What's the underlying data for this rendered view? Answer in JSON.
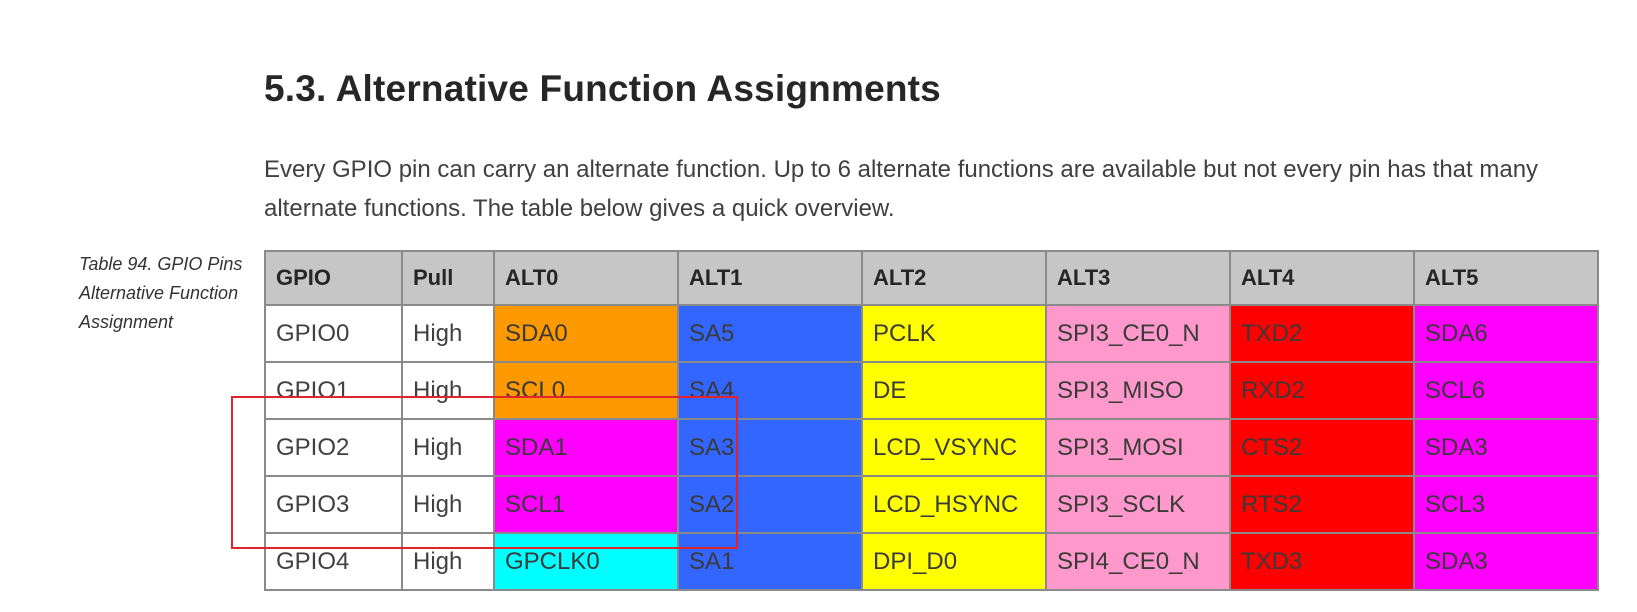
{
  "heading": "5.3. Alternative Function Assignments",
  "intro": "Every GPIO pin can carry an alternate function. Up to 6 alternate functions are available but not every pin has that many alternate functions. The table below gives a quick overview.",
  "caption": "Table 94. GPIO Pins Alternative Function Assignment",
  "table": {
    "headers": [
      "GPIO",
      "Pull",
      "ALT0",
      "ALT1",
      "ALT2",
      "ALT3",
      "ALT4",
      "ALT5"
    ],
    "rows": [
      {
        "gpio": "GPIO0",
        "pull": "High",
        "alts": [
          {
            "text": "SDA0",
            "color": "#ff9900"
          },
          {
            "text": "SA5",
            "color": "#3366ff"
          },
          {
            "text": "PCLK",
            "color": "#ffff00"
          },
          {
            "text": "SPI3_CE0_N",
            "color": "#ff99cc"
          },
          {
            "text": "TXD2",
            "color": "#ff0000"
          },
          {
            "text": "SDA6",
            "color": "#ff00ff"
          }
        ]
      },
      {
        "gpio": "GPIO1",
        "pull": "High",
        "alts": [
          {
            "text": "SCL0",
            "color": "#ff9900"
          },
          {
            "text": "SA4",
            "color": "#3366ff"
          },
          {
            "text": "DE",
            "color": "#ffff00"
          },
          {
            "text": "SPI3_MISO",
            "color": "#ff99cc"
          },
          {
            "text": "RXD2",
            "color": "#ff0000"
          },
          {
            "text": "SCL6",
            "color": "#ff00ff"
          }
        ]
      },
      {
        "gpio": "GPIO2",
        "pull": "High",
        "alts": [
          {
            "text": "SDA1",
            "color": "#ff00ff"
          },
          {
            "text": "SA3",
            "color": "#3366ff"
          },
          {
            "text": "LCD_VSYNC",
            "color": "#ffff00"
          },
          {
            "text": "SPI3_MOSI",
            "color": "#ff99cc"
          },
          {
            "text": "CTS2",
            "color": "#ff0000"
          },
          {
            "text": "SDA3",
            "color": "#ff00ff"
          }
        ]
      },
      {
        "gpio": "GPIO3",
        "pull": "High",
        "alts": [
          {
            "text": "SCL1",
            "color": "#ff00ff"
          },
          {
            "text": "SA2",
            "color": "#3366ff"
          },
          {
            "text": "LCD_HSYNC",
            "color": "#ffff00"
          },
          {
            "text": "SPI3_SCLK",
            "color": "#ff99cc"
          },
          {
            "text": "RTS2",
            "color": "#ff0000"
          },
          {
            "text": "SCL3",
            "color": "#ff00ff"
          }
        ]
      },
      {
        "gpio": "GPIO4",
        "pull": "High",
        "alts": [
          {
            "text": "GPCLK0",
            "color": "#00ffff"
          },
          {
            "text": "SA1",
            "color": "#3366ff"
          },
          {
            "text": "DPI_D0",
            "color": "#ffff00"
          },
          {
            "text": "SPI4_CE0_N",
            "color": "#ff99cc"
          },
          {
            "text": "TXD3",
            "color": "#ff0000"
          },
          {
            "text": "SDA3",
            "color": "#ff00ff"
          }
        ]
      }
    ]
  },
  "colors": {
    "header_bg": "#c6c6c6",
    "border": "#8a8a8a",
    "highlight_box": "#e0242c"
  }
}
